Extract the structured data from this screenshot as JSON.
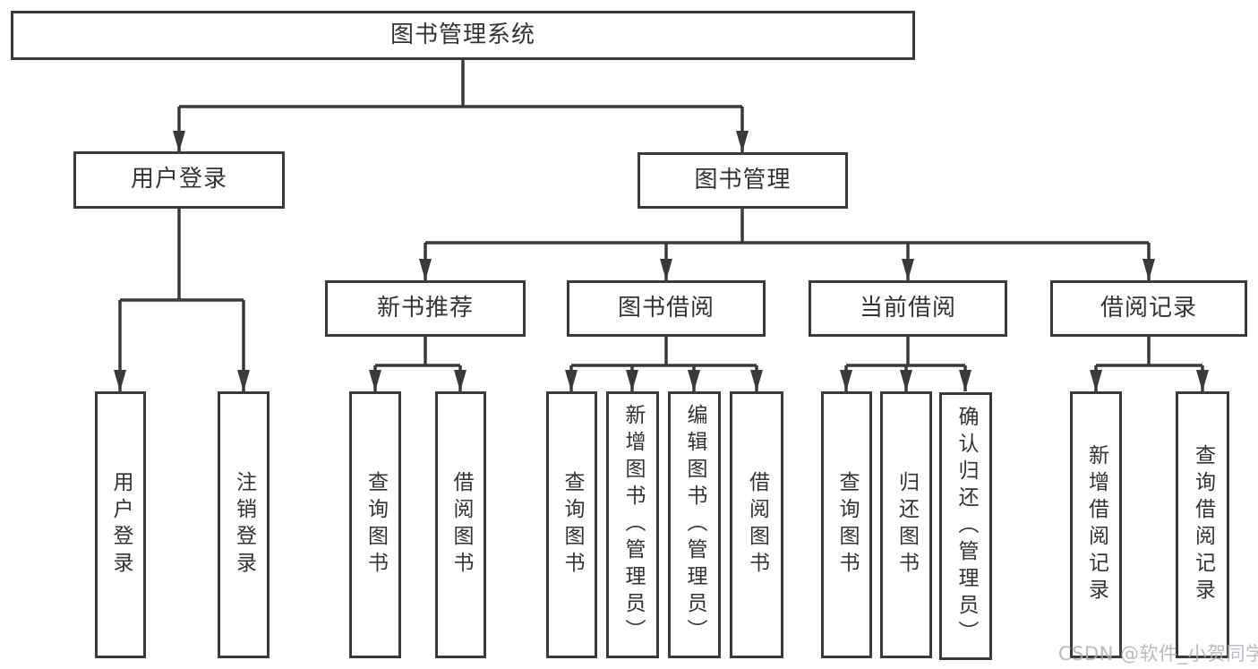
{
  "diagram": {
    "root_label": "图书管理系统",
    "branches": [
      {
        "label": "用户登录",
        "leaves": [
          "用户登录",
          "注销登录"
        ]
      },
      {
        "label": "图书管理",
        "groups": [
          {
            "label": "新书推荐",
            "leaves": [
              "查询图书",
              "借阅图书"
            ]
          },
          {
            "label": "图书借阅",
            "leaves": [
              "查询图书",
              "新增图书（管理员）",
              "编辑图书（管理员）",
              "借阅图书"
            ]
          },
          {
            "label": "当前借阅",
            "leaves": [
              "查询图书",
              "归还图书",
              "确认归还（管理员）"
            ]
          },
          {
            "label": "借阅记录",
            "leaves": [
              "新增借阅记录",
              "查询借阅记录"
            ]
          }
        ]
      }
    ]
  },
  "watermark": "CSDN @软件_小贺同学",
  "colors": {
    "line": "#3a3a3a",
    "text": "#333333",
    "background": "#ffffff",
    "watermark": "#aaafb7"
  }
}
